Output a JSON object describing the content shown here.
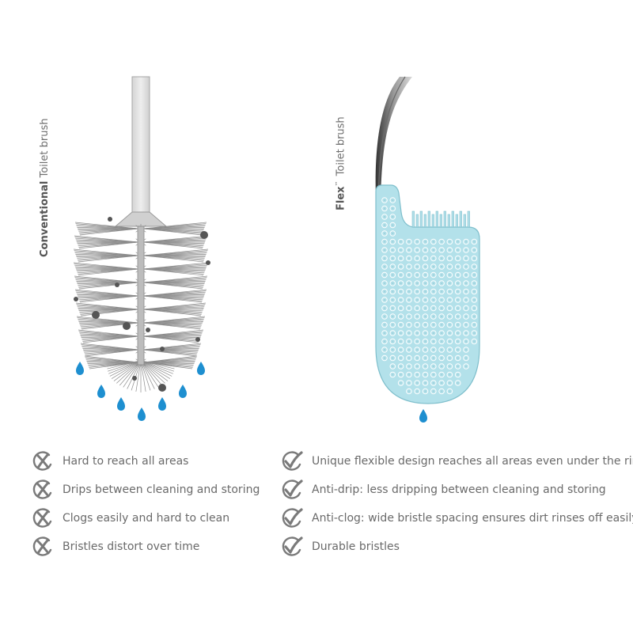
{
  "conventional": {
    "label_bold": "Conventional",
    "label_rest": "Toilet brush",
    "drawbacks": [
      {
        "icon": "cross-circle-icon",
        "text": "Hard to reach all areas"
      },
      {
        "icon": "cross-circle-icon",
        "text": "Drips between cleaning and storing"
      },
      {
        "icon": "cross-circle-icon",
        "text": "Clogs easily and hard to clean"
      },
      {
        "icon": "cross-circle-icon",
        "text": "Bristles distort over time"
      }
    ]
  },
  "flex": {
    "label_bold": "Flex",
    "label_mark": "™",
    "label_rest": "Toilet brush",
    "benefits": [
      {
        "icon": "check-circle-icon",
        "text": "Unique flexible design reaches all areas even under the rim"
      },
      {
        "icon": "check-circle-icon",
        "text": "Anti-drip: less dripping between cleaning and storing"
      },
      {
        "icon": "check-circle-icon",
        "text": "Anti-clog: wide bristle spacing ensures dirt rinses off easily"
      },
      {
        "icon": "check-circle-icon",
        "text": "Durable bristles"
      }
    ]
  },
  "colors": {
    "flex_head": "#b3e1ea",
    "flex_head_outline": "#7fbfcc",
    "water_drop": "#1e8fd0",
    "dirt": "#555555",
    "text": "#6a6a6a",
    "icon": "#7a7a7a"
  }
}
